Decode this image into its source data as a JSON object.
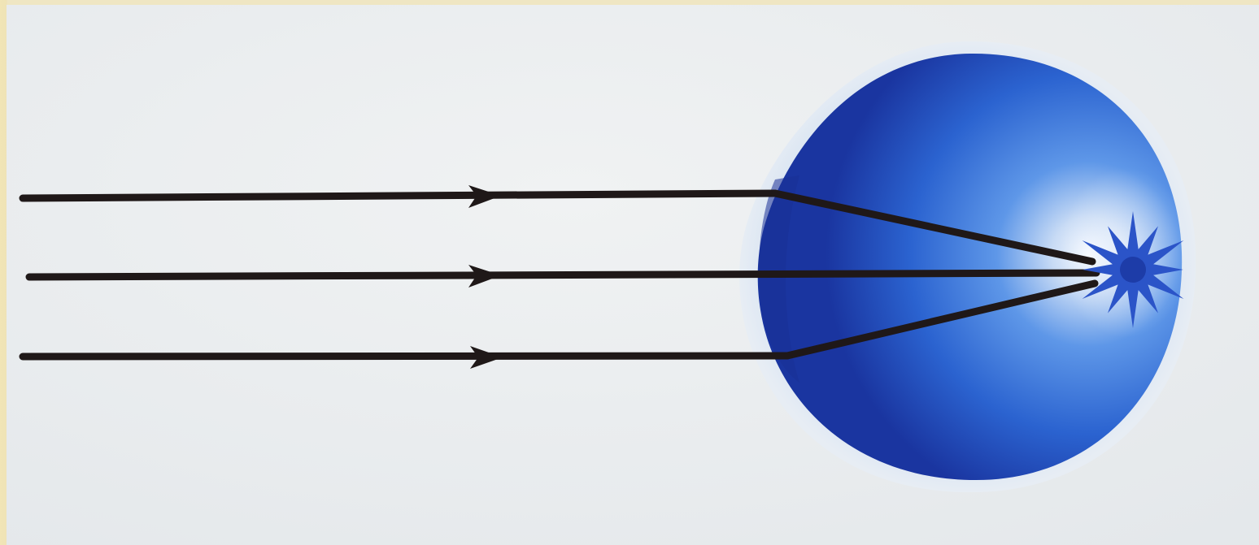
{
  "diagram": {
    "rays": [
      {
        "id": "upper-ray"
      },
      {
        "id": "middle-ray"
      },
      {
        "id": "lower-ray"
      }
    ],
    "colors": {
      "background": "#e9ecee",
      "ray": "#1f1818",
      "eye_dark": "#1c3ea8",
      "eye_mid": "#2f69d4",
      "eye_light": "#dfeaf8",
      "halo": "#c8d8ee",
      "focus_star": "#2b54c8",
      "frame": "#efe3b6"
    }
  }
}
